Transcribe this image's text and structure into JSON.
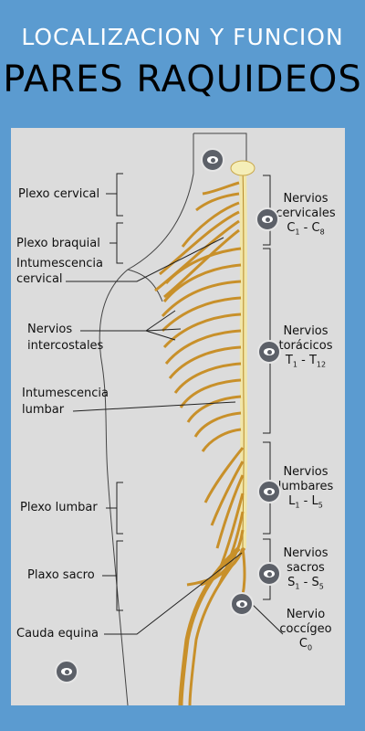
{
  "header": {
    "subtitle": "LOCALIZACION Y FUNCION",
    "title": "PARES RAQUIDEOS"
  },
  "left_labels": {
    "plexo_cervical": "Plexo cervical",
    "plexo_braquial": "Plexo braquial",
    "intumescencia_cervical_1": "Intumescencia",
    "intumescencia_cervical_2": "cervical",
    "nervios_intercostales_1": "Nervios",
    "nervios_intercostales_2": "intercostales",
    "intumescencia_lumbar_1": "Intumescencia",
    "intumescencia_lumbar_2": "lumbar",
    "plexo_lumbar": "Plexo lumbar",
    "plaxo_sacro": "Plaxo sacro",
    "cauda_equina": "Cauda equina"
  },
  "right_labels": {
    "cervicales": {
      "l1": "Nervios",
      "l2": "cervicales",
      "a": "C",
      "a_sub": "1",
      "sep": " - ",
      "b": "C",
      "b_sub": "8"
    },
    "toracicos": {
      "l1": "Nervios",
      "l2": "torácicos",
      "a": "T",
      "a_sub": "1",
      "sep": " - ",
      "b": "T",
      "b_sub": "12"
    },
    "lumbares": {
      "l1": "Nervios",
      "l2": "lumbares",
      "a": "L",
      "a_sub": "1",
      "sep": " - ",
      "b": "L",
      "b_sub": "5"
    },
    "sacros": {
      "l1": "Nervios",
      "l2": "sacros",
      "a": "S",
      "a_sub": "1",
      "sep": " - ",
      "b": "S",
      "b_sub": "5"
    },
    "coccigeo": {
      "l1": "Nervio",
      "l2": "coccígeo",
      "a": "C",
      "a_sub": "0"
    }
  },
  "hotspot_icon": "eye-icon",
  "colors": {
    "background": "#5b9bd0",
    "panel": "#dcdcdc",
    "nerve": "#c8902a",
    "cord": "#f1e6a8",
    "hotspot": "#5c6068"
  }
}
